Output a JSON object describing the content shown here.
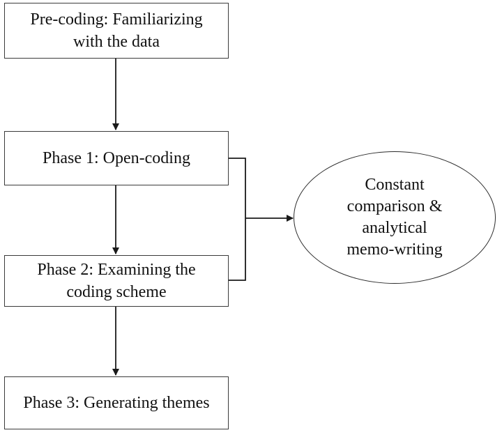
{
  "diagram": {
    "nodes": {
      "precoding": {
        "label": "Pre-coding: Familiarizing\nwith the data"
      },
      "phase1": {
        "label": "Phase 1: Open-coding"
      },
      "phase2": {
        "label": "Phase 2: Examining the\ncoding scheme"
      },
      "phase3": {
        "label": "Phase 3: Generating themes"
      },
      "constant": {
        "label": "Constant\ncomparison &\nanalytical\nmemo-writing"
      }
    },
    "colors": {
      "stroke": "#2a2a2a",
      "fill": "#ffffff",
      "text": "#111111"
    }
  }
}
